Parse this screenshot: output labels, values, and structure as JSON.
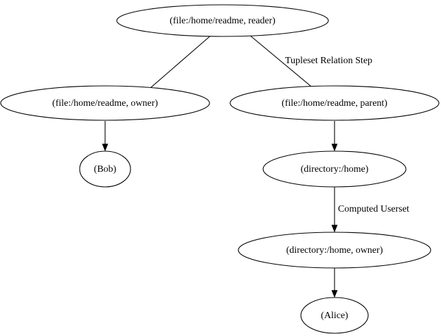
{
  "graph": {
    "background": "#ffffff",
    "stroke_color": "#000000",
    "text_color": "#000000",
    "direction": "top-down",
    "nodes": [
      {
        "id": "file_reader",
        "label": "(file:/home/readme, reader)"
      },
      {
        "id": "file_owner",
        "label": "(file:/home/readme, owner)"
      },
      {
        "id": "file_parent",
        "label": "(file:/home/readme, parent)"
      },
      {
        "id": "bob",
        "label": "(Bob)"
      },
      {
        "id": "dir_home",
        "label": "(directory:/home)"
      },
      {
        "id": "dir_home_owner",
        "label": "(directory:/home, owner)"
      },
      {
        "id": "alice",
        "label": "(Alice)"
      }
    ],
    "edges": [
      {
        "from": "file_reader",
        "to": "file_owner",
        "label": ""
      },
      {
        "from": "file_reader",
        "to": "file_parent",
        "label": "Tupleset Relation Step"
      },
      {
        "from": "file_owner",
        "to": "bob",
        "label": ""
      },
      {
        "from": "file_parent",
        "to": "dir_home",
        "label": ""
      },
      {
        "from": "dir_home",
        "to": "dir_home_owner",
        "label": "Computed Userset"
      },
      {
        "from": "dir_home_owner",
        "to": "alice",
        "label": ""
      }
    ],
    "edge_labels": {
      "tupleset": "Tupleset Relation Step",
      "computed": "Computed Userset"
    }
  }
}
